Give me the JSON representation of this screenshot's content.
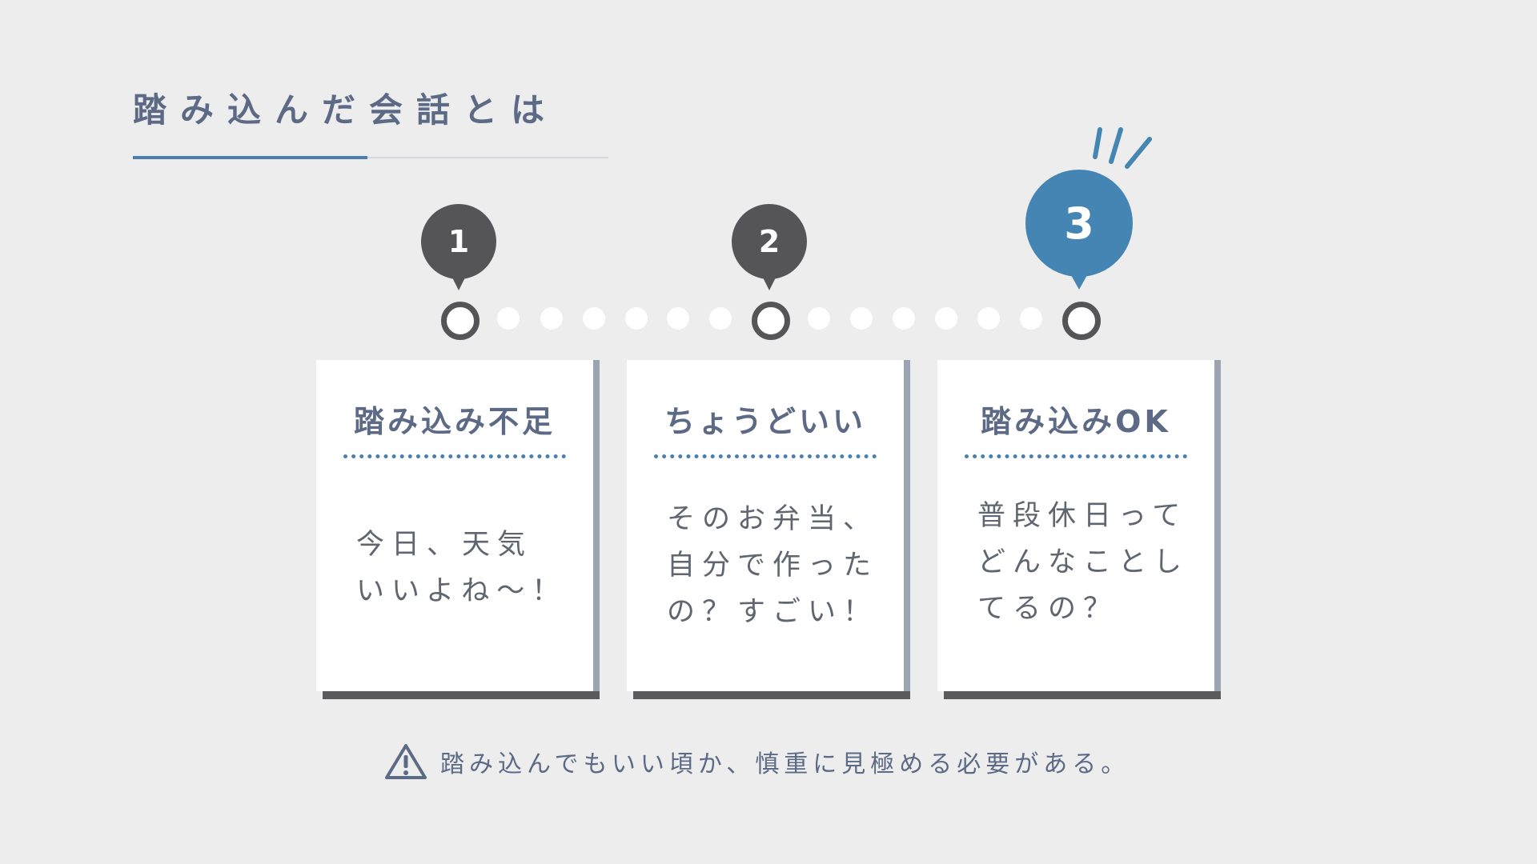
{
  "title": "踏み込んだ会話とは",
  "steps": [
    {
      "number": "1",
      "heading": "踏み込み不足",
      "body": "今日、天気\nいいよね〜！"
    },
    {
      "number": "2",
      "heading": "ちょうどいい",
      "body": "そのお弁当、\n自分で作った\nの？すごい！"
    },
    {
      "number": "3",
      "heading": "踏み込みOK",
      "body": "普段休日って\nどんなことし\nてるの？"
    }
  ],
  "highlighted_step": "3",
  "note": "踏み込んでもいい頃か、慎重に見極める必要がある。",
  "colors": {
    "background": "#ededed",
    "title_text": "#5c6a85",
    "accent_blue": "#4585b3",
    "marker_dark": "#555558",
    "card": "#ffffff",
    "body_text": "#5f6670"
  },
  "icons": {
    "note_icon": "warning-triangle-icon",
    "burst_icon": "emphasis-lines-icon"
  }
}
